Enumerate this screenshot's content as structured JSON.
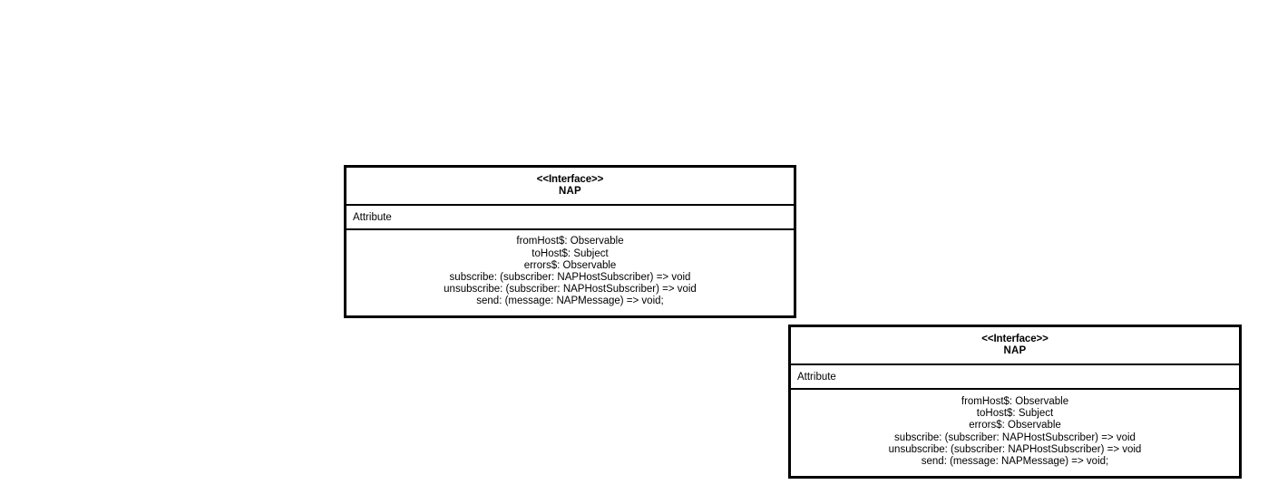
{
  "diagram": {
    "type": "uml-class-diagram",
    "background_color": "#ffffff",
    "line_color": "#000000",
    "text_color": "#000000"
  },
  "classes": [
    {
      "stereotype": "<<Interface>>",
      "name": "NAP",
      "attribute_section_label": "Attribute",
      "members": [
        "fromHost$: Observable",
        "toHost$: Subject",
        "errors$: Observable",
        "subscribe: (subscriber: NAPHostSubscriber) => void",
        "unsubscribe: (subscriber: NAPHostSubscriber) => void",
        "send: (message: NAPMessage) => void;"
      ]
    },
    {
      "stereotype": "<<Interface>>",
      "name": "NAP",
      "attribute_section_label": "Attribute",
      "members": [
        "fromHost$: Observable",
        "toHost$: Subject",
        "errors$: Observable",
        "subscribe: (subscriber: NAPHostSubscriber) => void",
        "unsubscribe: (subscriber: NAPHostSubscriber) => void",
        "send: (message: NAPMessage) => void;"
      ]
    }
  ]
}
